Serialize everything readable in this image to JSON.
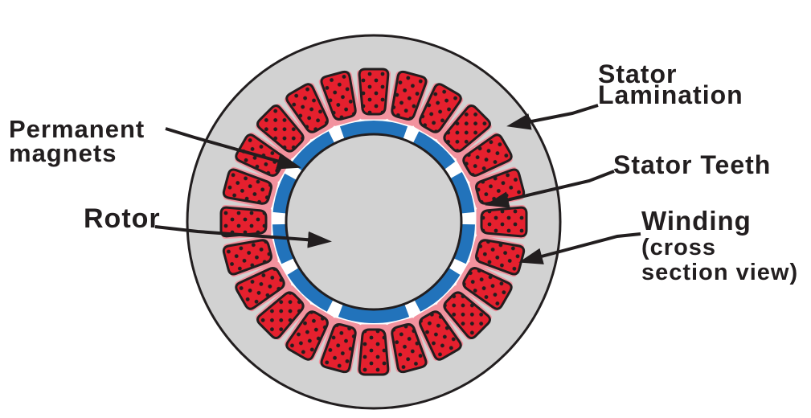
{
  "figure": {
    "type": "brushless-motor-cross-section",
    "labels": {
      "permanent_magnets": {
        "line1": "Permanent",
        "line2": "magnets",
        "points_to": "magnet-ring"
      },
      "rotor": {
        "text": "Rotor",
        "points_to": "rotor-disc"
      },
      "stator_lamination": {
        "line1": "Stator",
        "line2": "Lamination",
        "points_to": "stator-lamination-disc"
      },
      "stator_teeth": {
        "text": "Stator Teeth",
        "points_to": "stator-tooth"
      },
      "winding": {
        "line1": "Winding",
        "line2": "(cross",
        "line3": "section view)",
        "points_to": "winding-slot"
      }
    },
    "colors": {
      "stator_gray": "#d2d2d2",
      "rotor_gray": "#d2d2d2",
      "winding_red": "#e5202e",
      "winding_halo_pink": "#f2929e",
      "magnet_blue": "#2273bb",
      "air_gap_white": "#ffffff",
      "ink_black": "#221e1f",
      "background": "#ffffff"
    },
    "structure": {
      "winding_slot_count": 24,
      "magnet_segment_count": 10,
      "magnet_gap_center_angles_deg": [
        23,
        57,
        88,
        118,
        156,
        204,
        242,
        272,
        302,
        337
      ],
      "magnet_gap_width_deg": 7
    }
  }
}
